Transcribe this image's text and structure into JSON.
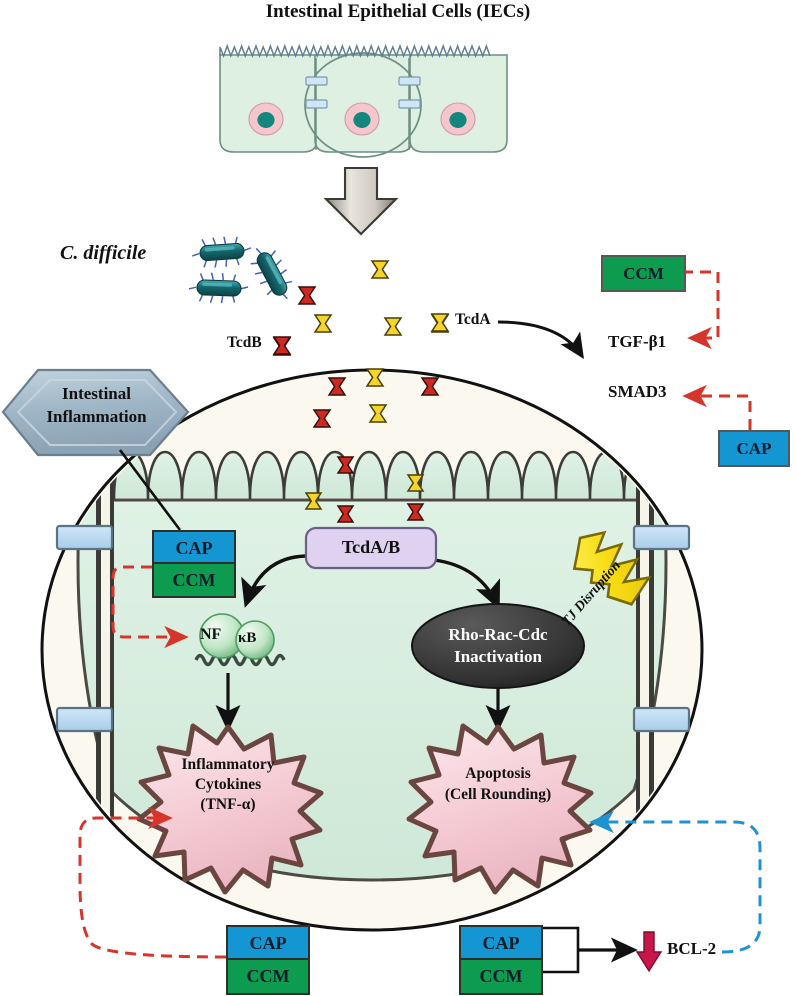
{
  "figure": {
    "title": "Intestinal Epithelial Cells (IECs)",
    "organism": "C. difficile"
  },
  "legend": {
    "tcdb_label": "TcdB",
    "tcda_label": "TcdA",
    "tcdb_color": "#cc2a20",
    "tcda_color": "#f5d52a"
  },
  "nodes": {
    "intestinal_inflammation": "Intestinal\nInflammation",
    "intestinal_inflammation_line1": "Intestinal",
    "intestinal_inflammation_line2": "Inflammation",
    "tcdab": "TcdA/B",
    "nfkb_left": "NF",
    "nfkb_right": "κB",
    "rho_line1": "Rho-Rac-Cdc",
    "rho_line2": "Inactivation",
    "tj_disruption": "TJ Disruption",
    "cytokines_line1": "Inflammatory",
    "cytokines_line2": "Cytokines",
    "cytokines_line3": "(TNF-α)",
    "apoptosis_line1": "Apoptosis",
    "apoptosis_line2": "(Cell Rounding)",
    "tgf_b1": "TGF-β1",
    "smad3": "SMAD3",
    "bcl2": "BCL-2"
  },
  "drugs": {
    "cap": "CAP",
    "ccm": "CCM",
    "cap_color": "#1496d2",
    "ccm_color": "#0d9b4f"
  },
  "boxes": [
    {
      "name": "ccm-top-right",
      "label": "CCM",
      "kind": "ccm"
    },
    {
      "name": "cap-right",
      "label": "CAP",
      "kind": "cap"
    },
    {
      "name": "cap-intracellular",
      "label": "CAP",
      "kind": "cap"
    },
    {
      "name": "ccm-intracellular",
      "label": "CCM",
      "kind": "ccm"
    },
    {
      "name": "cap-bottom-left",
      "label": "CAP",
      "kind": "cap"
    },
    {
      "name": "ccm-bottom-left",
      "label": "CCM",
      "kind": "ccm"
    },
    {
      "name": "cap-bottom-right",
      "label": "CAP",
      "kind": "cap"
    },
    {
      "name": "ccm-bottom-right",
      "label": "CCM",
      "kind": "ccm"
    }
  ],
  "colors": {
    "inhibition_arrow": "#d6352b",
    "activation_arrow": "#1f93d1",
    "cytoplasm": "#d9efe0",
    "lumen": "#fbf8ef",
    "starburst_fill": "#f6cfd6",
    "starburst_edge": "#6b4540",
    "nucleus_oval": "#3b3b3b",
    "tcdab_fill": "#ded2f0",
    "junction_fill": "#b9d9f2",
    "hexagon_fill": "#a6bcca",
    "lightning_fill": "#f5dc1e",
    "bacteria_fill": "#1d7a7e",
    "bcl2_arrow": "#c9164a",
    "epithelium_fill": "#ddf0e2",
    "epithelium_nucleus_outer": "#f5c6cb",
    "epithelium_nucleus_inner": "#13877d"
  },
  "counts": {
    "epithelial_cells": 3,
    "bacteria": 3,
    "extracellular_tcda": 6,
    "extracellular_tcdb": 5,
    "lumen_tcda": 2,
    "lumen_tcdb": 3,
    "membrane_tcda": 2,
    "membrane_tcdb": 3,
    "tight_junctions_large_cell": 4,
    "tight_junctions_epithelium": 4
  }
}
